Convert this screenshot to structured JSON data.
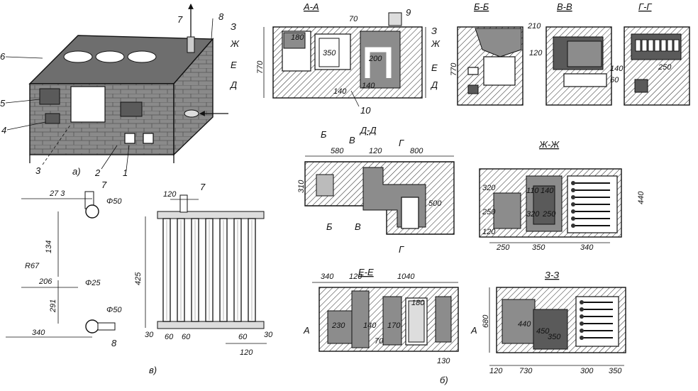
{
  "iso_labels": [
    "6",
    "5",
    "4",
    "3",
    "2",
    "1",
    "7",
    "8"
  ],
  "sub_labels": {
    "a": "а)",
    "b": "б)",
    "v": "в)"
  },
  "pipe": {
    "d273": "27 3",
    "phi50_top": "Φ50",
    "d134": "134",
    "r67": "R67",
    "d206": "206",
    "phi25": "Φ25",
    "d291": "291",
    "phi50_bot": "Φ50",
    "d340": "340",
    "n7": "7",
    "n8": "8"
  },
  "register": {
    "d120": "120",
    "n7": "7",
    "d425": "425",
    "d30a": "30",
    "d60a": "60",
    "d60b": "60",
    "d60c": "60",
    "d30b": "30",
    "d120b": "120"
  },
  "sections": {
    "aa": {
      "title": "А-А",
      "d70": "70",
      "d180": "180",
      "d350": "350",
      "d200": "200",
      "d140": "140",
      "d140b": "140",
      "d770": "770",
      "n9": "9",
      "n10": "10"
    },
    "levels": [
      "З",
      "Ж",
      "Е",
      "Д"
    ],
    "levels_right": [
      "З",
      "Ж",
      "Е",
      "Д"
    ],
    "bb": {
      "title": "Б-Б",
      "d770": "770",
      "d210": "210"
    },
    "vv": {
      "title": "В-В",
      "d120": "120",
      "d140": "140",
      "d60": "60"
    },
    "gg": {
      "title": "Г-Г",
      "d250": "250"
    },
    "dd": {
      "title": "Д-Д",
      "d580": "580",
      "d120": "120",
      "d800": "800",
      "d310": "310",
      "d500": "500",
      "cut_b": "Б",
      "cut_v": "В",
      "cut_g": "Г",
      "cut_b2": "Б",
      "cut_v2": "В",
      "cut_g2": "Г"
    },
    "zz": {
      "title": "Ж-Ж",
      "d320": "320",
      "d250": "250",
      "d120": "120",
      "d440": "440",
      "d110": "110",
      "d140": "140",
      "d320b": "320",
      "d250b": "250",
      "d250c": "250",
      "d350": "350",
      "d340": "340"
    },
    "ee": {
      "title": "Е-Е",
      "d340": "340",
      "d120": "120",
      "d1040": "1040",
      "d230": "230",
      "d180": "180",
      "d170": "170",
      "d140": "140",
      "d70": "70",
      "d130": "130",
      "cut_a": "А",
      "cut_a2": "А"
    },
    "z3": {
      "title": "З-З",
      "d680": "680",
      "d450": "450",
      "d350": "350",
      "d440": "440",
      "d120": "120",
      "d730": "730",
      "d300": "300",
      "d350b": "350"
    }
  }
}
